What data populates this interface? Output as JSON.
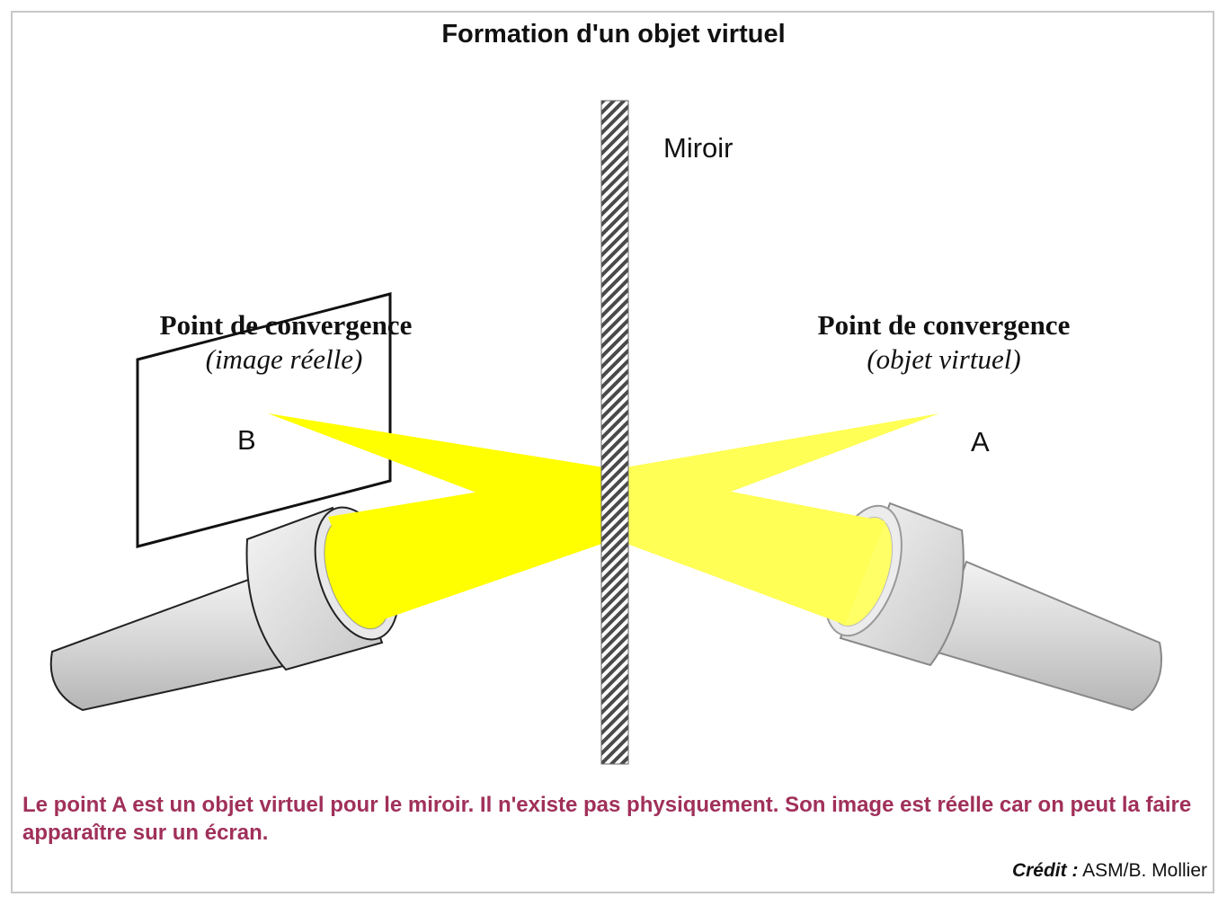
{
  "title": "Formation d'un objet virtuel",
  "diagram": {
    "mirror_label": "Miroir",
    "left": {
      "heading": "Point de convergence",
      "subheading": "(image réelle)",
      "point": "B"
    },
    "right": {
      "heading": "Point de convergence",
      "subheading": "(objet virtuel)",
      "point": "A"
    },
    "colors": {
      "beam": "#ffff00",
      "beam_faded": "#ffff55",
      "mirror": "#555555",
      "caption": "#a0305a"
    }
  },
  "caption": "Le point A est un objet virtuel pour le miroir. Il n'existe pas physiquement. Son image est réelle car on peut la faire apparaître sur un écran.",
  "credit": {
    "label": "Crédit :",
    "value": "ASM/B. Mollier"
  }
}
